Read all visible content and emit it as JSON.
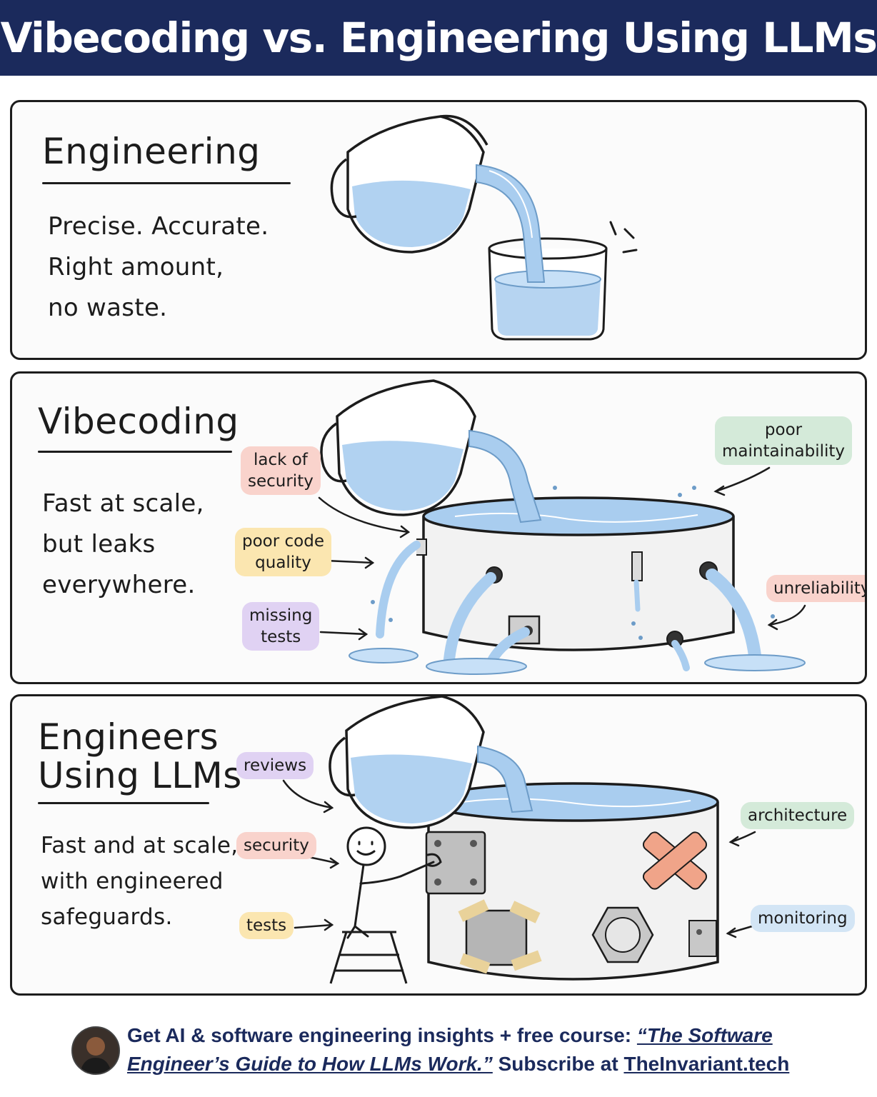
{
  "header": {
    "title": "Vibecoding vs. Engineering Using LLMs"
  },
  "panels": [
    {
      "title": "Engineering",
      "description": [
        "Precise. Accurate.",
        "Right amount,",
        "no waste."
      ]
    },
    {
      "title": "Vibecoding",
      "description": [
        "Fast at scale,",
        "but leaks",
        "everywhere."
      ],
      "tags": {
        "lack_of_security": [
          "lack of",
          "security"
        ],
        "poor_code_quality": [
          "poor code",
          "quality"
        ],
        "missing_tests": [
          "missing",
          "tests"
        ],
        "poor_maintainability": [
          "poor",
          "maintainability"
        ],
        "unreliability": "unreliability"
      }
    },
    {
      "title": [
        "Engineers",
        "Using LLMs"
      ],
      "description": [
        "Fast and at scale,",
        "with engineered",
        "safeguards."
      ],
      "tags": {
        "reviews": "reviews",
        "security": "security",
        "tests": "tests",
        "architecture": "architecture",
        "monitoring": "monitoring"
      }
    }
  ],
  "tag_colors": {
    "red": "#f9d3cc",
    "yellow": "#fbe6b0",
    "purple": "#e0d2f3",
    "green": "#d4ead9",
    "blue": "#d3e5f5"
  },
  "water_color": "#a9cdef",
  "footer": {
    "lead": "Get AI & software engineering insights + free course: ",
    "course": "“The Software Engineer’s Guide to How LLMs Work.”",
    "subscribe": " Subscribe at ",
    "site": "TheInvariant.tech"
  }
}
